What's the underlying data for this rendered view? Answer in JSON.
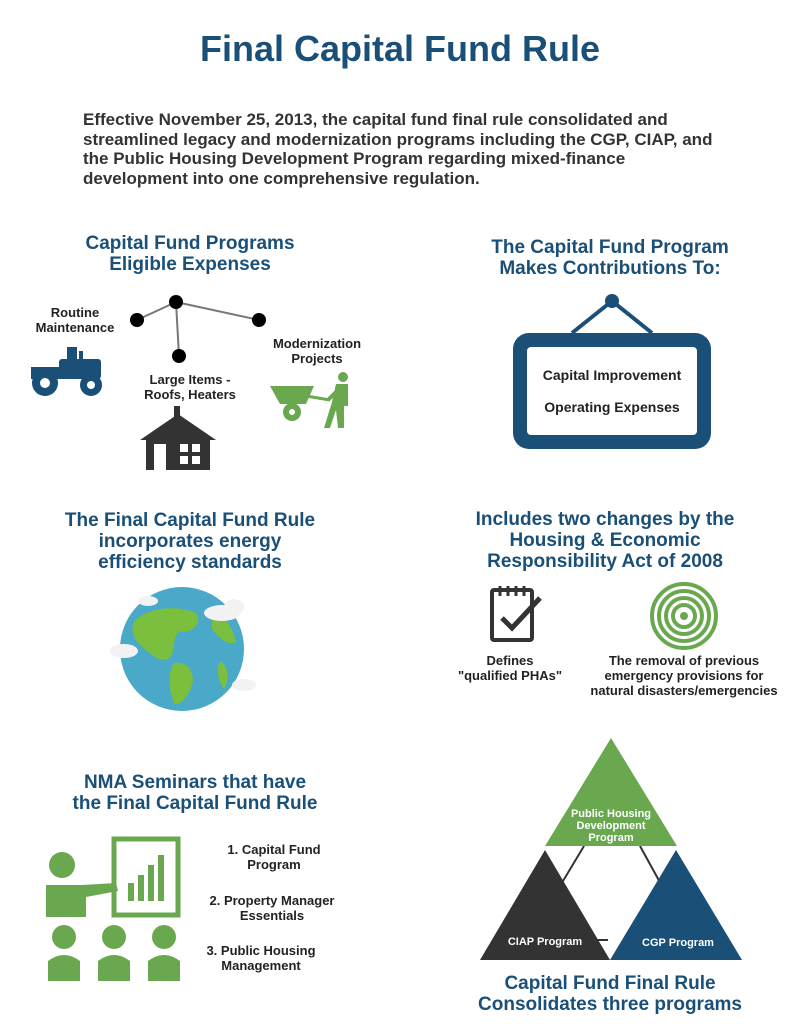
{
  "title": "Final Capital Fund Rule",
  "intro": "Effective November 25, 2013, the capital fund final rule consolidated and streamlined legacy and modernization programs including the CGP, CIAP, and the Public Housing Development Program regarding mixed-finance development into one comprehensive regulation.",
  "eligible": {
    "heading": [
      "Capital Fund Programs",
      "Eligible Expenses"
    ],
    "routine": [
      "Routine",
      "Maintenance"
    ],
    "large": [
      "Large Items -",
      "Roofs, Heaters"
    ],
    "modernization": [
      "Modernization",
      "Projects"
    ]
  },
  "contributions": {
    "heading": [
      "The Capital Fund Program",
      "Makes Contributions To:"
    ],
    "items": [
      "Capital Improvement",
      "Operating Expenses"
    ]
  },
  "energy": {
    "heading": [
      "The Final Capital Fund Rule",
      "incorporates energy",
      "efficiency standards"
    ]
  },
  "changes": {
    "heading": [
      "Includes two changes by the",
      "Housing & Economic",
      "Responsibility Act of 2008"
    ],
    "defines": [
      "Defines",
      "\"qualified PHAs\""
    ],
    "removal": [
      "The removal of previous",
      "emergency provisions for",
      "natural disasters/emergencies"
    ]
  },
  "seminars": {
    "heading": [
      "NMA Seminars that have",
      "the Final Capital Fund Rule"
    ],
    "items": [
      [
        "1. Capital Fund",
        "Program"
      ],
      [
        "2. Property Manager",
        "Essentials"
      ],
      [
        "3. Public Housing",
        "Management"
      ]
    ]
  },
  "consolidates": {
    "triangles": {
      "phd": [
        "Public Housing",
        "Development",
        "Program"
      ],
      "ciap": "CIAP Program",
      "cgp": "CGP Program"
    },
    "heading": [
      "Capital Fund Final Rule",
      "Consolidates three programs"
    ]
  },
  "colors": {
    "navy": "#1a4f78",
    "green": "#6aa84f",
    "dark": "#333333"
  }
}
